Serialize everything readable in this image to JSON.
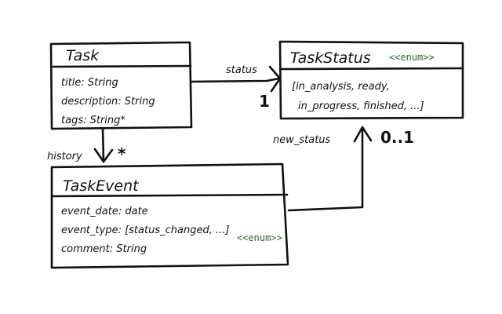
{
  "colors": {
    "ink": "#111111",
    "stereotype": "#2e6b2e",
    "background": "#ffffff"
  },
  "classes": {
    "task": {
      "name": "Task",
      "attributes": [
        "title: String",
        "description: String",
        "tags: String*"
      ]
    },
    "task_status": {
      "name": "TaskStatus",
      "stereotype": "<<enum>>",
      "values_line1": "[in_analysis, ready,",
      "values_line2": "in_progress, finished, ...]"
    },
    "task_event": {
      "name": "TaskEvent",
      "attributes": [
        "event_date: date",
        "event_type: [status_changed, ...]",
        "comment: String"
      ],
      "attribute_stereotype": "<<enum>>"
    }
  },
  "associations": {
    "status": {
      "role": "status",
      "multiplicity": "1"
    },
    "history": {
      "role": "history",
      "multiplicity": "*"
    },
    "new_status": {
      "role": "new_status",
      "multiplicity": "0..1"
    }
  }
}
